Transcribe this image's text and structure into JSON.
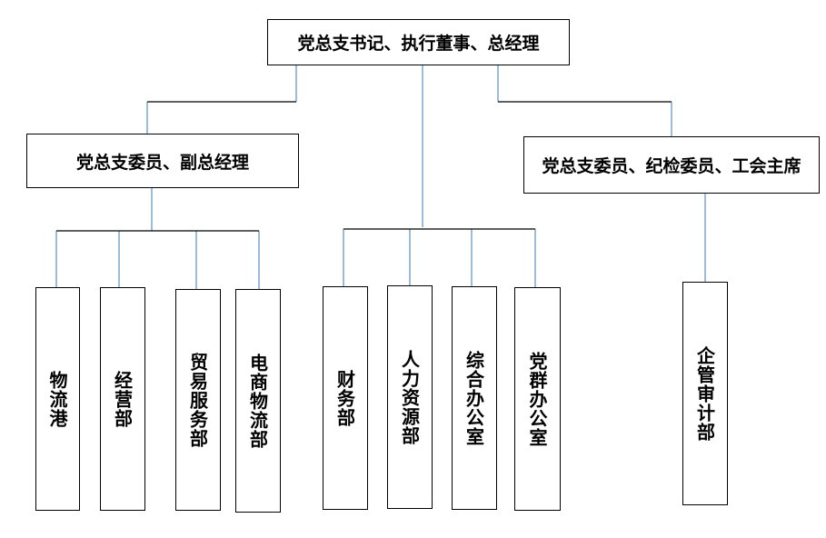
{
  "top": "党总支书记、执行董事、总经理",
  "left_head": "党总支委员、副总经理",
  "right_head": "党总支委员、纪检委员、工会主席",
  "left_depts": [
    "物流港",
    "经营部",
    "贸易服务部",
    "电商物流部"
  ],
  "center_depts": [
    "财务部",
    "人力资源部",
    "综合办公室",
    "党群办公室"
  ],
  "right_depts": [
    "企管审计部"
  ],
  "colors": {
    "connector_blue": "#5b8fc7",
    "connector_black": "#000000"
  }
}
